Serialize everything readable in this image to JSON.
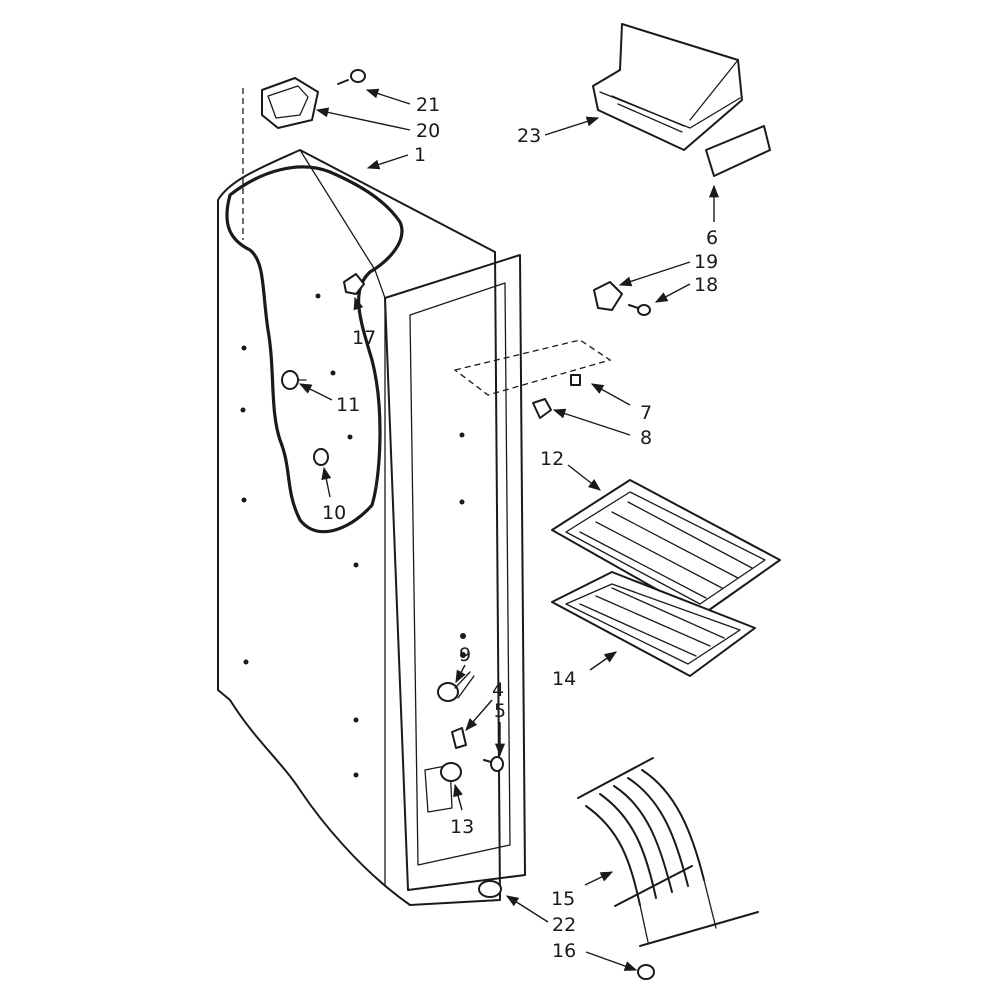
{
  "callouts": {
    "c1": "1",
    "c4": "4",
    "c5": "5",
    "c6": "6",
    "c7": "7",
    "c8": "8",
    "c9": "9",
    "c10": "10",
    "c11": "11",
    "c12": "12",
    "c13": "13",
    "c14": "14",
    "c15": "15",
    "c16": "16",
    "c17": "17",
    "c18": "18",
    "c19": "19",
    "c20": "20",
    "c21": "21",
    "c22": "22",
    "c23": "23"
  }
}
